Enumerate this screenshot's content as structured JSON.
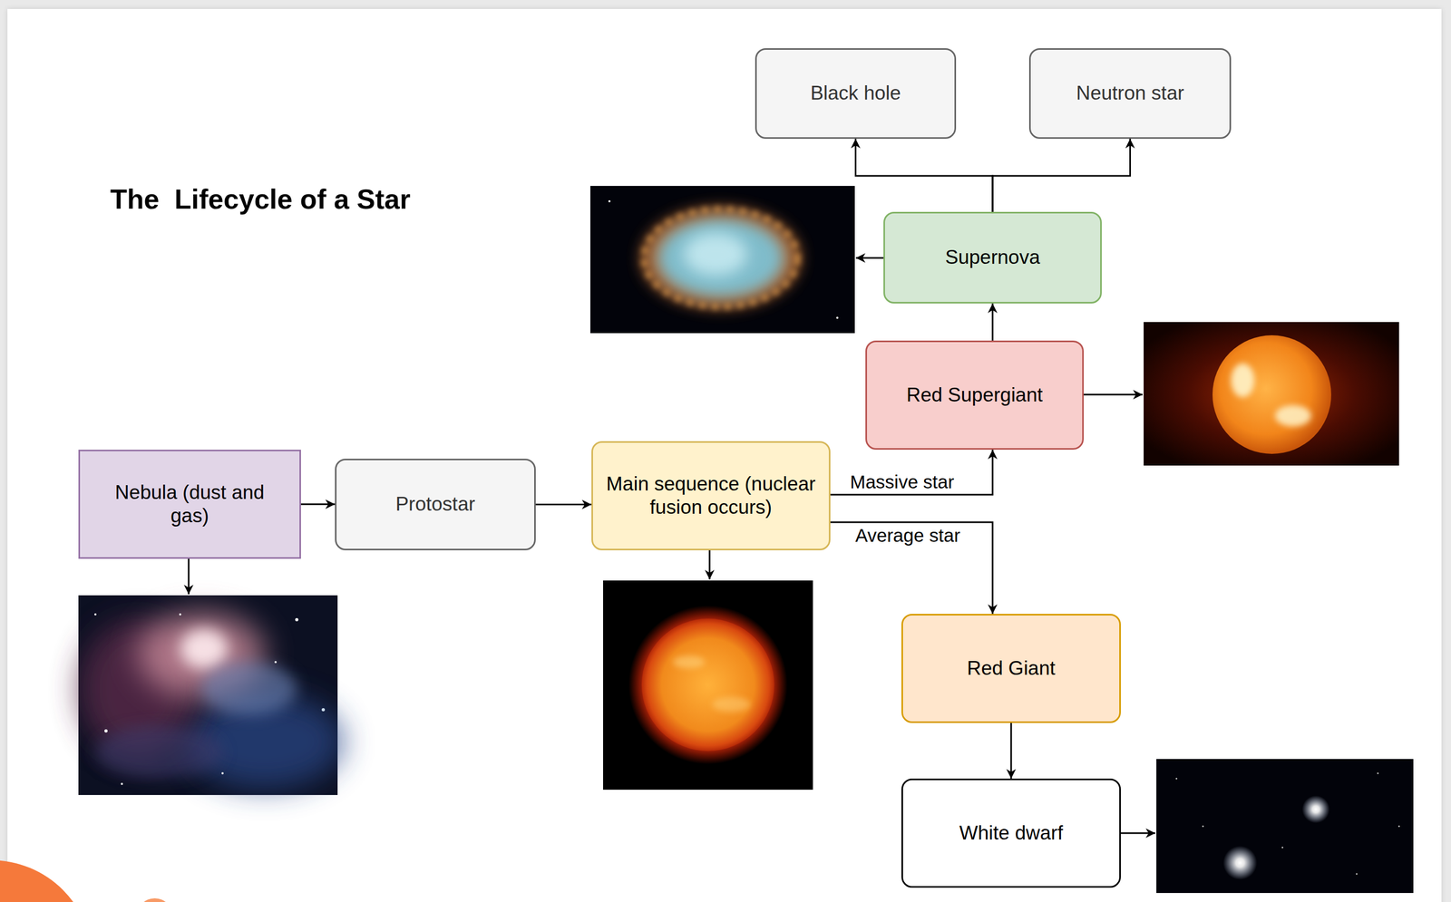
{
  "diagram": {
    "title": "The  Lifecycle of a Star",
    "nodes": [
      {
        "text": [
          "Nebula (dust and gas)"
        ]
      },
      {
        "text": [
          "Protostar"
        ]
      },
      {
        "text": [
          "Main sequence (nuclear fusion occurs)"
        ]
      },
      {
        "text": [
          "Red Supergiant"
        ]
      },
      {
        "text": [
          "Supernova"
        ]
      },
      {
        "text": [
          "Black hole"
        ]
      },
      {
        "text": [
          "Neutron star"
        ]
      },
      {
        "text": [
          "Red Giant"
        ]
      },
      {
        "text": [
          "White dwarf"
        ]
      }
    ],
    "edges": [
      {
        "from": 0,
        "to": 1,
        "arrow": "to"
      },
      {
        "from": 1,
        "to": 2,
        "arrow": "to"
      },
      {
        "from": 2,
        "to": 3,
        "label": "Massive star",
        "arrow": "to"
      },
      {
        "from": 2,
        "to": 7,
        "label": "Average star",
        "arrow": "to"
      },
      {
        "from": 3,
        "to": 4,
        "arrow": "to"
      },
      {
        "from": 4,
        "to": 5,
        "arrow": "to"
      },
      {
        "from": 4,
        "to": 6,
        "arrow": "to"
      },
      {
        "from": 7,
        "to": 8,
        "arrow": "to"
      }
    ]
  }
}
